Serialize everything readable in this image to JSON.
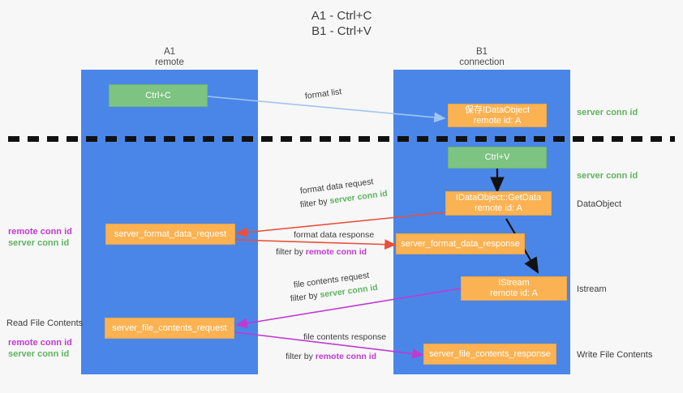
{
  "title": {
    "line1": "A1 - Ctrl+C",
    "line2": "B1 - Ctrl+V"
  },
  "lanes": [
    {
      "id": "a1",
      "title": "A1",
      "subtitle": "remote",
      "color": "#4a86e8"
    },
    {
      "id": "b1",
      "title": "B1",
      "subtitle": "connection",
      "color": "#4a86e8"
    }
  ],
  "nodes": {
    "ctrl_c": {
      "line1": "Ctrl+C",
      "color": "#7dc381"
    },
    "save_idataobject": {
      "line1": "保存IDataObject",
      "line2": "remote id: A",
      "color": "#fbb252"
    },
    "ctrl_v": {
      "line1": "Ctrl+V",
      "color": "#7dc381"
    },
    "getdata": {
      "line1": "IDataObject::GetData",
      "line2": "remote id: A",
      "color": "#fbb252"
    },
    "server_format_data_request": {
      "line1": "server_format_data_request",
      "color": "#fbb252"
    },
    "server_format_data_response": {
      "line1": "server_format_data_response",
      "color": "#fbb252"
    },
    "istream": {
      "line1": "IStream",
      "line2": "remote id: A",
      "color": "#fbb252"
    },
    "server_file_contents_request": {
      "line1": "server_file_contents_request",
      "color": "#fbb252"
    },
    "server_file_contents_response": {
      "line1": "server_file_contents_response",
      "color": "#fbb252"
    }
  },
  "edge_labels": {
    "format_list": "format list",
    "format_data_request": "format data request",
    "format_data_request_filter_prefix": "filter by ",
    "format_data_request_filter_key": "server conn id",
    "format_data_response": "format data response",
    "format_data_response_filter_prefix": "filter by ",
    "format_data_response_filter_key": "remote conn id",
    "file_contents_request": "file contents request",
    "file_contents_request_filter_prefix": "filter by ",
    "file_contents_request_filter_key": "server conn id",
    "file_contents_response": "file contents response",
    "file_contents_response_filter_prefix": "filter by ",
    "file_contents_response_filter_key": "remote conn id"
  },
  "right_labels": {
    "server_conn_id_top": "server conn id",
    "server_conn_id_mid": "server conn id",
    "dataobject": "DataObject",
    "istream": "Istream",
    "write_file_contents": "Write File Contents"
  },
  "left_labels": {
    "remote_conn_id_upper": "remote conn id",
    "server_conn_id_upper": "server conn id",
    "read_file_contents": "Read File Contents",
    "remote_conn_id_lower": "remote conn id",
    "server_conn_id_lower": "server conn id"
  },
  "colors": {
    "lane": "#4a86e8",
    "node_green": "#7dc381",
    "node_orange": "#fbb252",
    "key_green": "#5fb35f",
    "key_magenta": "#c03ad0",
    "arrow_lightblue": "#9fc5f0",
    "arrow_red": "#e8503a",
    "arrow_magenta": "#c03ad0",
    "arrow_black": "#111111",
    "background": "#f7f7f7"
  }
}
